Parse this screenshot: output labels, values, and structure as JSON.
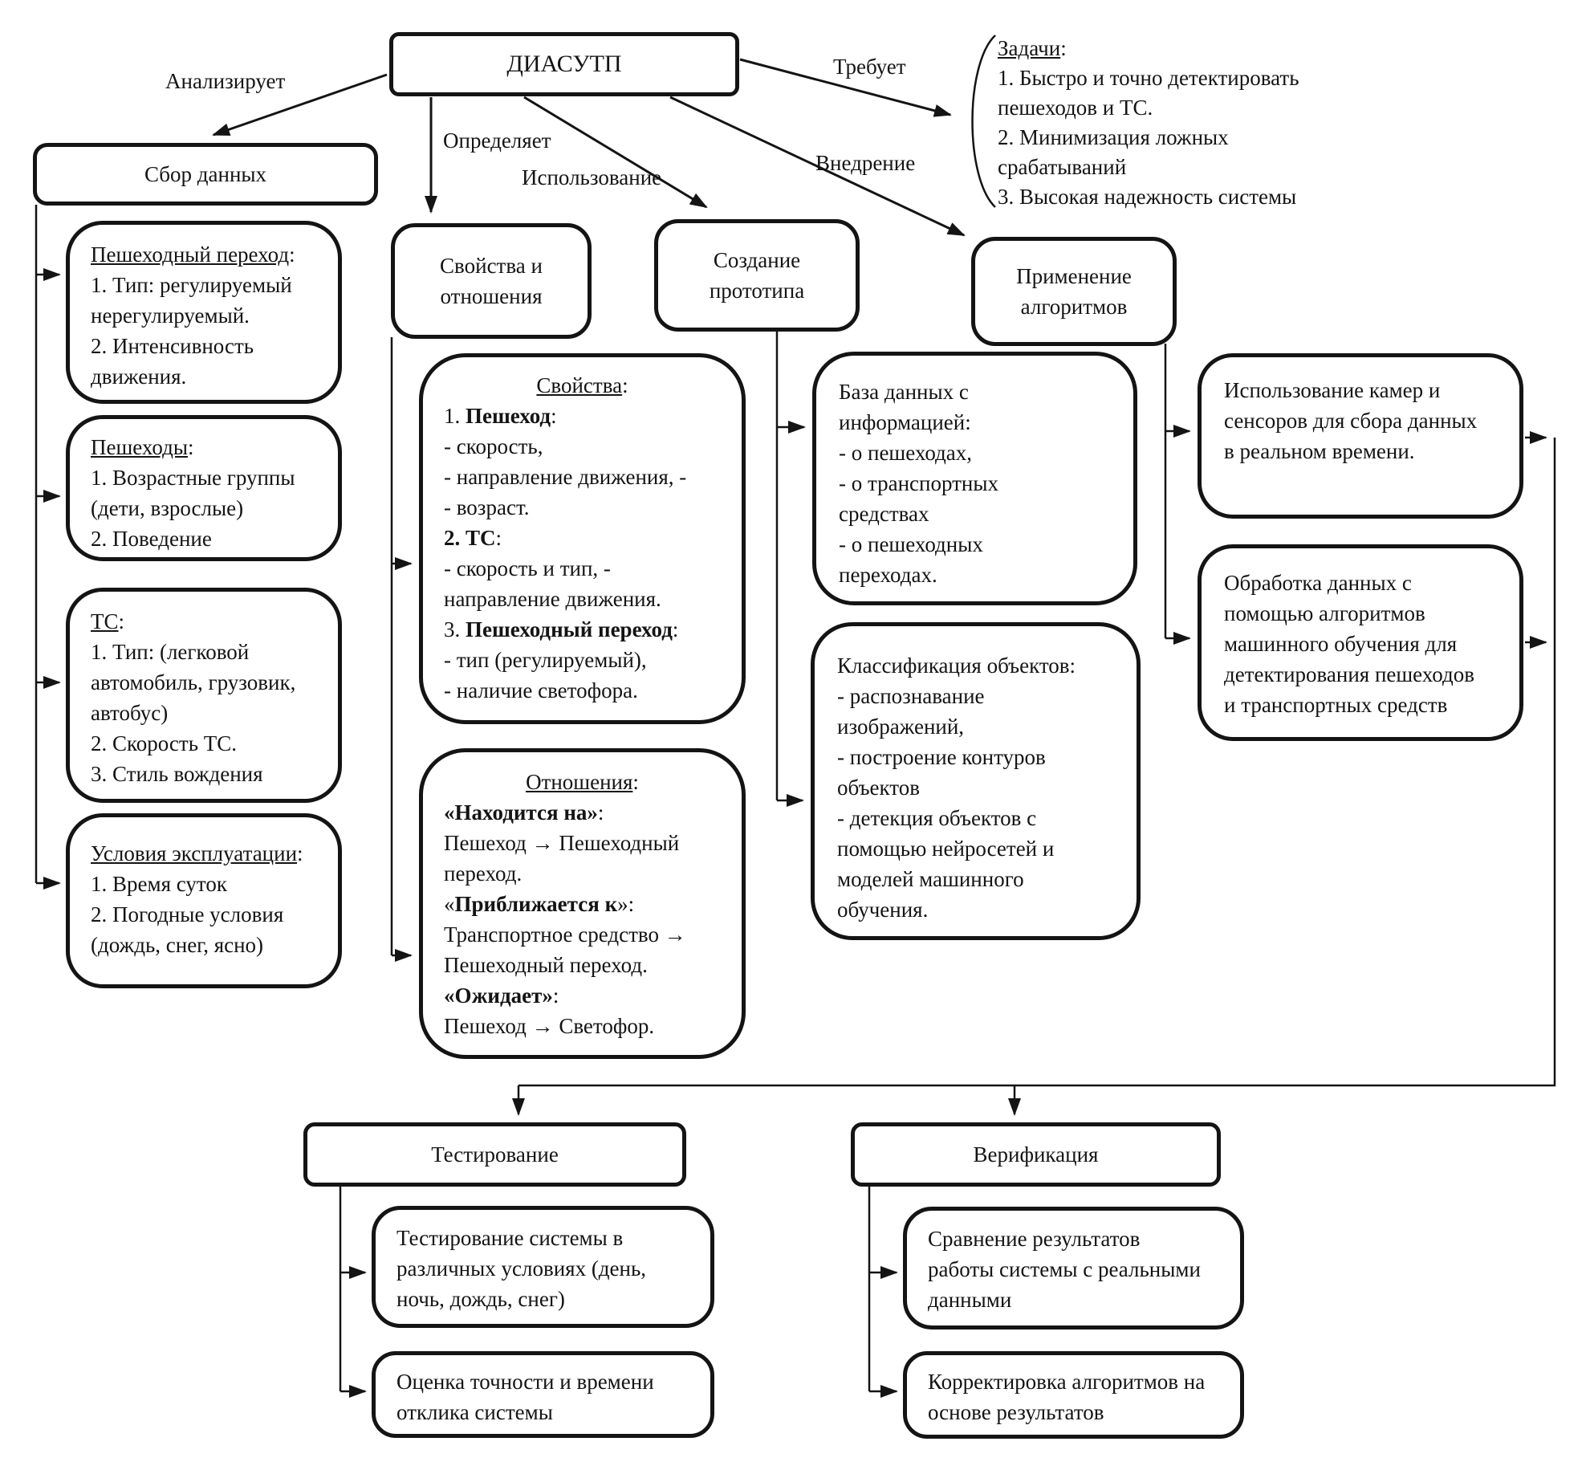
{
  "nodes": {
    "root": {
      "label": "ДИАСУТП"
    },
    "data_collection": {
      "label": "Сбор данных"
    },
    "pedestrian_crossing": {
      "lines": [
        [
          {
            "t": "Пешеходный переход",
            "u": 1
          },
          {
            "t": ":"
          }
        ],
        "1. Тип: регулируемый",
        "нерегулируемый.",
        "2. Интенсивность",
        "движения."
      ]
    },
    "pedestrians": {
      "lines": [
        [
          {
            "t": "Пешеходы",
            "u": 1
          },
          {
            "t": ":"
          }
        ],
        "1. Возрастные группы",
        "(дети, взрослые)",
        "2. Поведение"
      ]
    },
    "vehicles": {
      "lines": [
        [
          {
            "t": "ТС",
            "u": 1
          },
          {
            "t": ":"
          }
        ],
        "1. Тип: (легковой",
        "автомобиль, грузовик,",
        "автобус)",
        "2. Скорость ТС.",
        "3. Стиль вождения"
      ]
    },
    "operating_conditions": {
      "lines": [
        [
          {
            "t": "Условия эксплуатации",
            "u": 1
          },
          {
            "t": ":"
          }
        ],
        "1. Время суток",
        "2. Погодные условия",
        "(дождь, снег, ясно)"
      ]
    },
    "properties_relations": {
      "lines": [
        "Свойства и",
        "отношения"
      ]
    },
    "create_prototype": {
      "lines": [
        "Создание",
        "прототипа"
      ]
    },
    "apply_algorithms": {
      "lines": [
        "Применение",
        "алгоритмов"
      ]
    },
    "properties": {
      "lines": [
        {
          "c": 1,
          "s": [
            {
              "t": "Свойства",
              "u": 1
            },
            {
              "t": ":"
            }
          ]
        },
        [
          {
            "t": "1. "
          },
          {
            "t": "Пешеход",
            "b": 1
          },
          {
            "t": ":"
          }
        ],
        "- скорость,",
        "- направление движения, -",
        "- возраст.",
        [
          {
            "t": "2. ТС",
            "b": 1
          },
          {
            "t": ":"
          }
        ],
        "- скорость и тип, -",
        "направление движения.",
        [
          {
            "t": "3. "
          },
          {
            "t": "Пешеходный переход",
            "b": 1
          },
          {
            "t": ":"
          }
        ],
        "- тип (регулируемый),",
        "- наличие светофора."
      ]
    },
    "relations": {
      "lines": [
        {
          "c": 1,
          "s": [
            {
              "t": "Отношения",
              "u": 1
            },
            {
              "t": ":"
            }
          ]
        },
        [
          {
            "t": "«Находится на»",
            "b": 1
          },
          {
            "t": ":"
          }
        ],
        "Пешеход → Пешеходный",
        "переход.",
        [
          {
            "t": "«"
          },
          {
            "t": "Приближается к",
            "b": 1
          },
          {
            "t": "»:"
          }
        ],
        "Транспортное средство →",
        "Пешеходный переход.",
        [
          {
            "t": "«Ожидает»",
            "b": 1
          },
          {
            "t": ":"
          }
        ],
        "Пешеход → Светофор."
      ]
    },
    "database": {
      "lines": [
        "База данных с",
        "информацией:",
        "- о пешеходах,",
        "- о транспортных",
        "средствах",
        "- о пешеходных",
        "переходах."
      ]
    },
    "classification": {
      "lines": [
        "Классификация объектов:",
        "- распознавание",
        "изображений,",
        "- построение контуров",
        "объектов",
        "- детекция объектов с",
        "помощью нейросетей и",
        "моделей машинного",
        "обучения."
      ]
    },
    "cameras_sensors": {
      "lines": [
        "Использование камер и",
        "сенсоров для сбора данных",
        "в реальном времени."
      ]
    },
    "data_processing": {
      "lines": [
        "Обработка данных с",
        "помощью алгоритмов",
        "машинного обучения для",
        "детектирования пешеходов",
        "и транспортных средств"
      ]
    },
    "testing": {
      "label": "Тестирование"
    },
    "testing_conditions": {
      "lines": [
        "Тестирование системы в",
        "различных условиях (день,",
        "ночь, дождь, снег)"
      ]
    },
    "testing_accuracy": {
      "lines": [
        "Оценка точности и времени",
        "отклика системы"
      ]
    },
    "verification": {
      "label": "Верификация"
    },
    "verification_compare": {
      "lines": [
        "Сравнение результатов",
        "работы системы с реальными",
        "данными"
      ]
    },
    "verification_adjust": {
      "lines": [
        "Корректировка алгоритмов на",
        "основе результатов"
      ]
    }
  },
  "edge_labels": {
    "analyzes": "Анализирует",
    "defines": "Определяет",
    "usage": "Использование",
    "implementation": "Внедрение",
    "requires": "Требует"
  },
  "tasks": {
    "lines": [
      [
        {
          "t": "Задачи",
          "u": 1
        },
        {
          "t": ":"
        }
      ],
      "1. Быстро и точно детектировать",
      "пешеходов и ТС.",
      "2. Минимизация ложных",
      "срабатываний",
      "3. Высокая надежность системы"
    ]
  },
  "colors": {
    "ink": "#141414",
    "background": "#ffffff"
  }
}
